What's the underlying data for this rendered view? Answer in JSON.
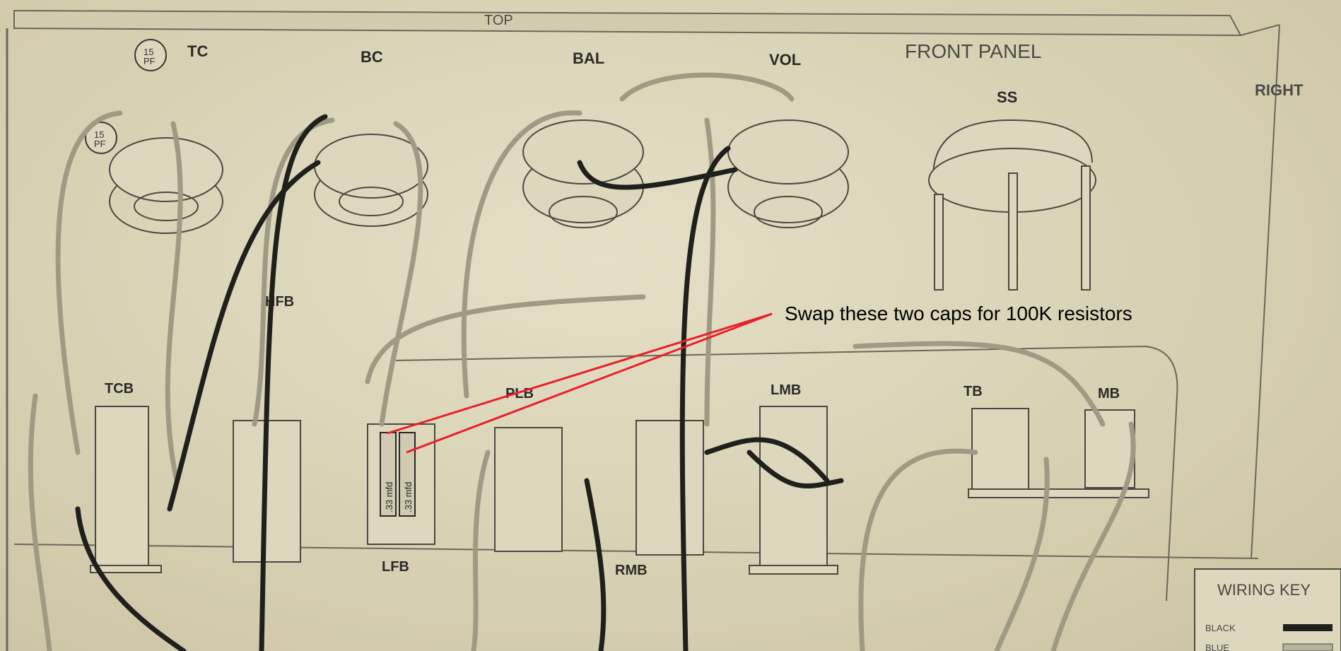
{
  "header": {
    "top": "TOP",
    "front_panel": "FRONT PANEL",
    "right": "RIGHT"
  },
  "controls": {
    "tc": "TC",
    "bc": "BC",
    "bal": "BAL",
    "vol": "VOL",
    "ss": "SS"
  },
  "boards": {
    "tcb": "TCB",
    "hfb": "HFB",
    "lfb": "LFB",
    "plb": "PLB",
    "rmb": "RMB",
    "lmb": "LMB",
    "tb": "TB",
    "mb": "MB"
  },
  "capacitors": {
    "tc_cap_1": "15\nPF",
    "tc_cap_2": "15\nPF",
    "lfb_cap_1": ".33 mfd",
    "lfb_cap_2": ".33 mfd"
  },
  "annotation": {
    "text": "Swap these two caps for 100K resistors",
    "color": "#e8202a"
  },
  "wiring_key": {
    "title": "WIRING KEY",
    "black": "BLACK",
    "blue": "BLUE"
  },
  "colors": {
    "paper": "#dcd6bb",
    "line": "#3a3a34",
    "wire_black": "#1f1f1c",
    "wire_gray": "#b8b39c",
    "annotation": "#e8202a"
  }
}
